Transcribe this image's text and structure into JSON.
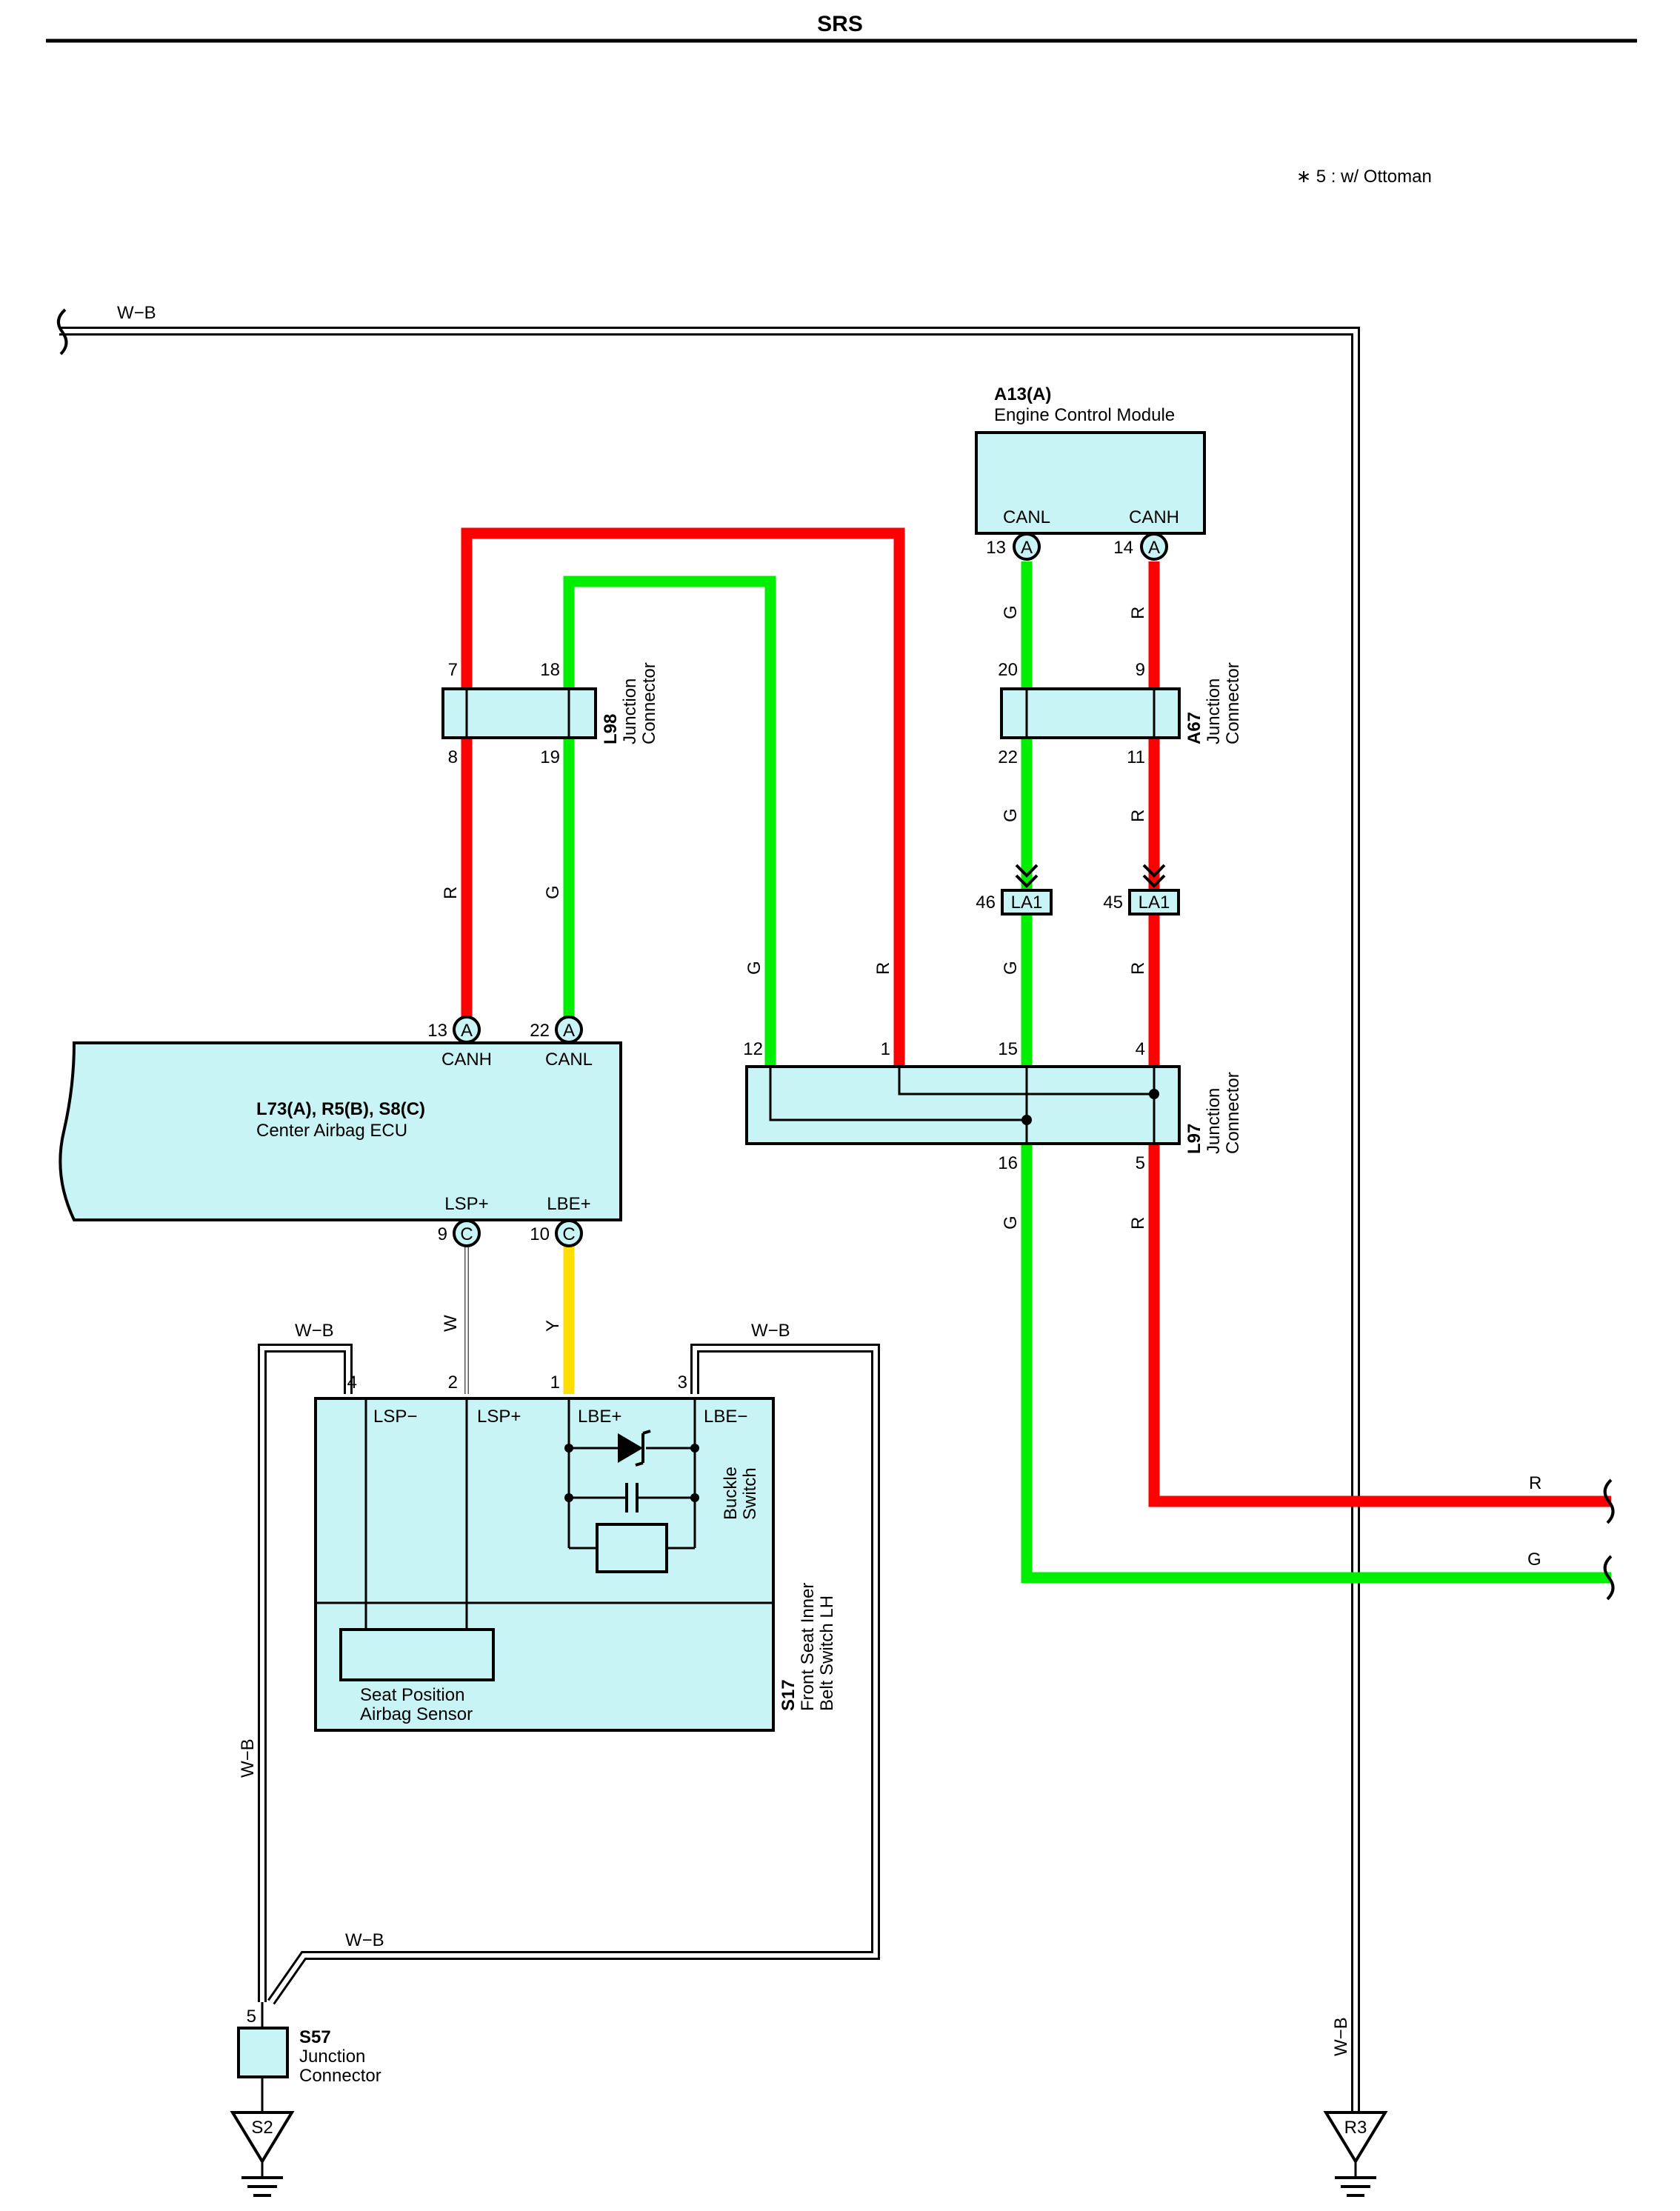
{
  "header": {
    "title": "SRS"
  },
  "note": "∗ 5 : w/ Ottoman",
  "components": {
    "ecm": {
      "code": "A13(A)",
      "name": "Engine Control Module",
      "pin_canl": "CANL",
      "pin_canh": "CANH",
      "pin_canl_no": "13",
      "pin_canh_no": "14",
      "conn": "A"
    },
    "l98": {
      "code": "L98",
      "line1": "Junction",
      "line2": "Connector",
      "p7": "7",
      "p18": "18",
      "p8": "8",
      "p19": "19"
    },
    "a67": {
      "code": "A67",
      "line1": "Junction",
      "line2": "Connector",
      "p20": "20",
      "p9": "9",
      "p22": "22",
      "p11": "11"
    },
    "la1": {
      "label": "LA1",
      "p46": "46",
      "p45": "45"
    },
    "ecu": {
      "code": "L73(A), R5(B), S8(C)",
      "name": "Center Airbag ECU",
      "canh": "CANH",
      "canl": "CANL",
      "lspp": "LSP+",
      "lbep": "LBE+",
      "p13": "13",
      "p22": "22",
      "p9": "9",
      "p10": "10",
      "connA": "A",
      "connC": "C"
    },
    "l97": {
      "code": "L97",
      "line1": "Junction",
      "line2": "Connector",
      "p12": "12",
      "p1": "1",
      "p15": "15",
      "p4": "4",
      "p16": "16",
      "p5": "5"
    },
    "s17": {
      "code": "S17",
      "line1": "Front Seat Inner",
      "line2": "Belt Switch LH",
      "lspm": "LSP−",
      "lspp": "LSP+",
      "lbep": "LBE+",
      "lbem": "LBE−",
      "p4": "4",
      "p2": "2",
      "p1": "1",
      "p3": "3",
      "buckle1": "Buckle",
      "buckle2": "Switch",
      "sensor1": "Seat Position",
      "sensor2": "Airbag Sensor"
    },
    "s57": {
      "code": "S57",
      "line1": "Junction",
      "line2": "Connector",
      "p5": "5"
    },
    "grounds": {
      "s2": "S2",
      "r3": "R3"
    }
  },
  "wire_labels": {
    "wb": "W−B",
    "r": "R",
    "g": "G",
    "w": "W",
    "y": "Y"
  },
  "colors": {
    "red": "#ff0000",
    "green": "#00ee00",
    "yellow": "#ffdd00",
    "box": "#c9f4f5"
  }
}
